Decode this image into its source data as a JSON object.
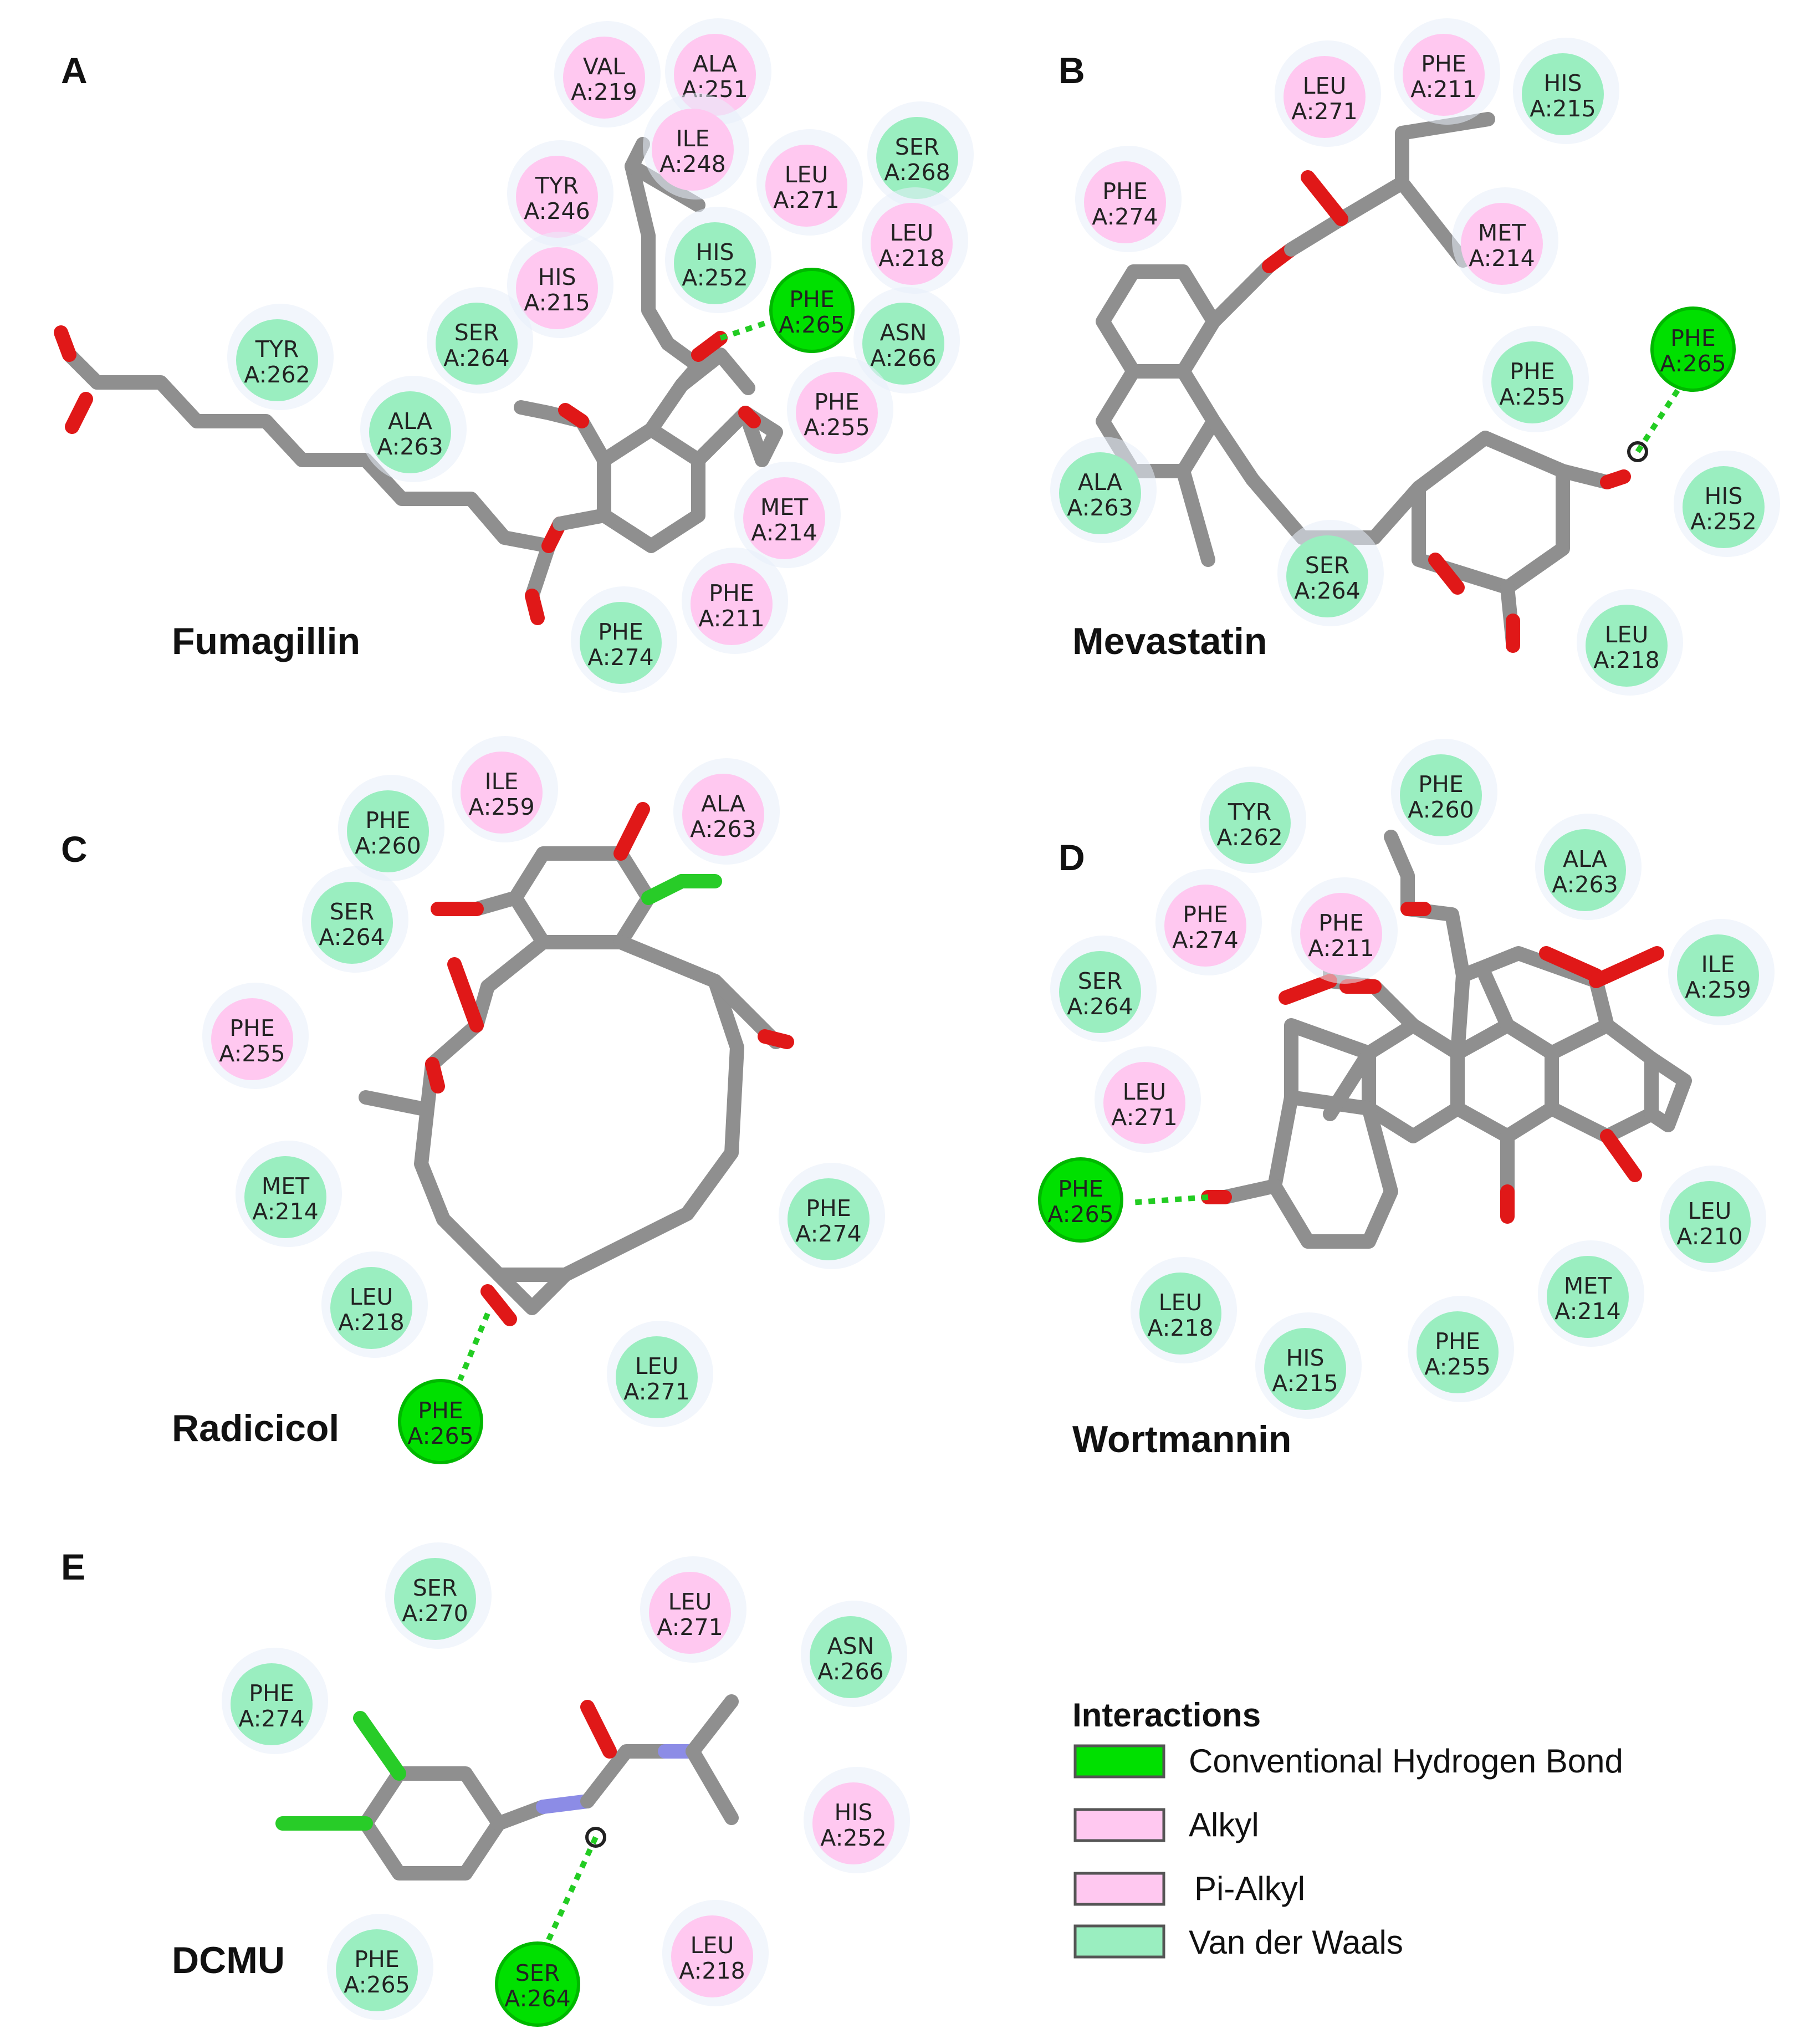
{
  "colors": {
    "hbond": "#00e000",
    "hbond_dark": "#00b800",
    "alkyl": "#ffc8f0",
    "pi_alkyl": "#ffc8f0",
    "vdw": "#9aeec0",
    "halo": "#e8eefa",
    "bond": "#8f8f8f",
    "oxygen": "#e01818",
    "chlorine": "#28cc28",
    "nitrogen": "#8c8ce6",
    "hbond_line": "#22cc22"
  },
  "legend": {
    "title": "Interactions",
    "items": [
      {
        "label": "Conventional Hydrogen Bond",
        "type": "hbond"
      },
      {
        "label": "Alkyl",
        "type": "alkyl"
      },
      {
        "label": "Pi-Alkyl",
        "type": "pi_alkyl"
      },
      {
        "label": "Van der Waals",
        "type": "vdw"
      }
    ]
  },
  "panels": [
    {
      "letter": "A",
      "molecule": "Fumagillin",
      "residues": [
        {
          "name": "VAL",
          "chain": "A:219",
          "type": "alkyl"
        },
        {
          "name": "ALA",
          "chain": "A:251",
          "type": "alkyl"
        },
        {
          "name": "ILE",
          "chain": "A:248",
          "type": "alkyl"
        },
        {
          "name": "LEU",
          "chain": "A:271",
          "type": "alkyl"
        },
        {
          "name": "SER",
          "chain": "A:268",
          "type": "vdw"
        },
        {
          "name": "TYR",
          "chain": "A:246",
          "type": "alkyl"
        },
        {
          "name": "LEU",
          "chain": "A:218",
          "type": "alkyl"
        },
        {
          "name": "HIS",
          "chain": "A:252",
          "type": "vdw"
        },
        {
          "name": "HIS",
          "chain": "A:215",
          "type": "alkyl"
        },
        {
          "name": "PHE",
          "chain": "A:265",
          "type": "hbond"
        },
        {
          "name": "ASN",
          "chain": "A:266",
          "type": "vdw"
        },
        {
          "name": "TYR",
          "chain": "A:262",
          "type": "vdw"
        },
        {
          "name": "SER",
          "chain": "A:264",
          "type": "vdw"
        },
        {
          "name": "ALA",
          "chain": "A:263",
          "type": "vdw"
        },
        {
          "name": "PHE",
          "chain": "A:255",
          "type": "pi_alkyl"
        },
        {
          "name": "MET",
          "chain": "A:214",
          "type": "alkyl"
        },
        {
          "name": "PHE",
          "chain": "A:211",
          "type": "pi_alkyl"
        },
        {
          "name": "PHE",
          "chain": "A:274",
          "type": "vdw"
        }
      ]
    },
    {
      "letter": "B",
      "molecule": "Mevastatin",
      "residues": [
        {
          "name": "LEU",
          "chain": "A:271",
          "type": "alkyl"
        },
        {
          "name": "PHE",
          "chain": "A:211",
          "type": "pi_alkyl"
        },
        {
          "name": "HIS",
          "chain": "A:215",
          "type": "vdw"
        },
        {
          "name": "PHE",
          "chain": "A:274",
          "type": "pi_alkyl"
        },
        {
          "name": "MET",
          "chain": "A:214",
          "type": "alkyl"
        },
        {
          "name": "PHE",
          "chain": "A:265",
          "type": "hbond"
        },
        {
          "name": "PHE",
          "chain": "A:255",
          "type": "vdw"
        },
        {
          "name": "ALA",
          "chain": "A:263",
          "type": "vdw"
        },
        {
          "name": "HIS",
          "chain": "A:252",
          "type": "vdw"
        },
        {
          "name": "SER",
          "chain": "A:264",
          "type": "vdw"
        },
        {
          "name": "LEU",
          "chain": "A:218",
          "type": "vdw"
        }
      ]
    },
    {
      "letter": "C",
      "molecule": "Radicicol",
      "residues": [
        {
          "name": "ILE",
          "chain": "A:259",
          "type": "alkyl"
        },
        {
          "name": "ALA",
          "chain": "A:263",
          "type": "alkyl"
        },
        {
          "name": "PHE",
          "chain": "A:260",
          "type": "vdw"
        },
        {
          "name": "SER",
          "chain": "A:264",
          "type": "vdw"
        },
        {
          "name": "PHE",
          "chain": "A:255",
          "type": "pi_alkyl"
        },
        {
          "name": "MET",
          "chain": "A:214",
          "type": "vdw"
        },
        {
          "name": "PHE",
          "chain": "A:274",
          "type": "vdw"
        },
        {
          "name": "LEU",
          "chain": "A:218",
          "type": "vdw"
        },
        {
          "name": "LEU",
          "chain": "A:271",
          "type": "vdw"
        },
        {
          "name": "PHE",
          "chain": "A:265",
          "type": "hbond"
        }
      ]
    },
    {
      "letter": "D",
      "molecule": "Wortmannin",
      "residues": [
        {
          "name": "TYR",
          "chain": "A:262",
          "type": "vdw"
        },
        {
          "name": "PHE",
          "chain": "A:260",
          "type": "vdw"
        },
        {
          "name": "ALA",
          "chain": "A:263",
          "type": "vdw"
        },
        {
          "name": "PHE",
          "chain": "A:274",
          "type": "pi_alkyl"
        },
        {
          "name": "PHE",
          "chain": "A:211",
          "type": "pi_alkyl"
        },
        {
          "name": "ILE",
          "chain": "A:259",
          "type": "vdw"
        },
        {
          "name": "SER",
          "chain": "A:264",
          "type": "vdw"
        },
        {
          "name": "LEU",
          "chain": "A:271",
          "type": "alkyl"
        },
        {
          "name": "PHE",
          "chain": "A:265",
          "type": "hbond"
        },
        {
          "name": "LEU",
          "chain": "A:210",
          "type": "vdw"
        },
        {
          "name": "MET",
          "chain": "A:214",
          "type": "vdw"
        },
        {
          "name": "LEU",
          "chain": "A:218",
          "type": "vdw"
        },
        {
          "name": "HIS",
          "chain": "A:215",
          "type": "vdw"
        },
        {
          "name": "PHE",
          "chain": "A:255",
          "type": "vdw"
        }
      ]
    },
    {
      "letter": "E",
      "molecule": "DCMU",
      "residues": [
        {
          "name": "SER",
          "chain": "A:270",
          "type": "vdw"
        },
        {
          "name": "LEU",
          "chain": "A:271",
          "type": "alkyl"
        },
        {
          "name": "ASN",
          "chain": "A:266",
          "type": "vdw"
        },
        {
          "name": "PHE",
          "chain": "A:274",
          "type": "vdw"
        },
        {
          "name": "HIS",
          "chain": "A:252",
          "type": "alkyl"
        },
        {
          "name": "PHE",
          "chain": "A:265",
          "type": "vdw"
        },
        {
          "name": "SER",
          "chain": "A:264",
          "type": "hbond"
        },
        {
          "name": "LEU",
          "chain": "A:218",
          "type": "alkyl"
        }
      ]
    }
  ]
}
